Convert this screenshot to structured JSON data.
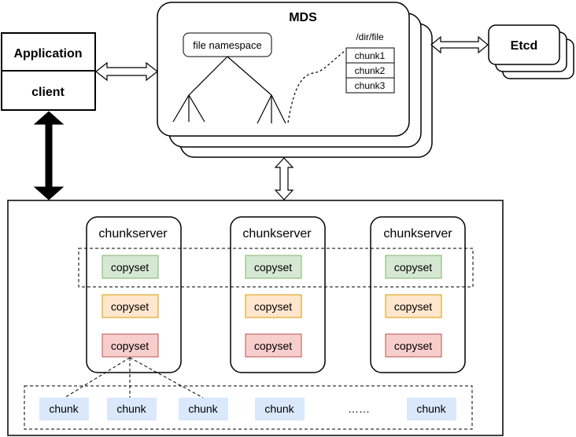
{
  "mds": {
    "title": "MDS",
    "namespace_label": "file namespace",
    "path_label": "/dir/file",
    "chunks": [
      "chunk1",
      "chunk2",
      "chunk3"
    ]
  },
  "etcd": {
    "label": "Etcd"
  },
  "app": {
    "application_label": "Application",
    "client_label": "client"
  },
  "cluster": {
    "servers": [
      {
        "label": "chunkserver",
        "copysets": [
          "copyset",
          "copyset",
          "copyset"
        ]
      },
      {
        "label": "chunkserver",
        "copysets": [
          "copyset",
          "copyset",
          "copyset"
        ]
      },
      {
        "label": "chunkserver",
        "copysets": [
          "copyset",
          "copyset",
          "copyset"
        ]
      }
    ],
    "chunks": [
      "chunk",
      "chunk",
      "chunk",
      "chunk",
      "chunk"
    ],
    "ellipsis": "……"
  },
  "colors": {
    "copyset_green_fill": "#d5e8d4",
    "copyset_green_stroke": "#82b366",
    "copyset_orange_fill": "#ffe6cc",
    "copyset_orange_stroke": "#d79b00",
    "copyset_red_fill": "#f8cecc",
    "copyset_red_stroke": "#b85450",
    "chunk_fill": "#dae8fc"
  }
}
